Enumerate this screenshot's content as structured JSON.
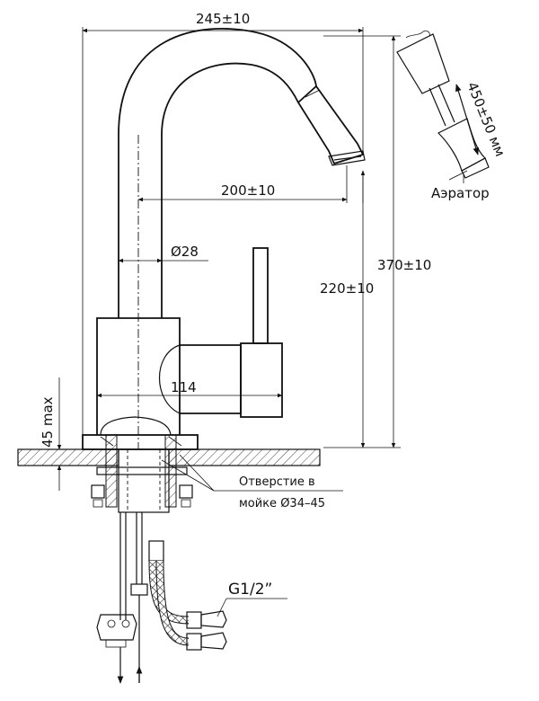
{
  "dimensions": {
    "overall_width": "245±10",
    "spout_reach": "200±10",
    "body_diameter": "Ø28",
    "total_height": "370±10",
    "spout_height": "220±10",
    "body_length": "114",
    "mount_thickness": "45 max",
    "hose_length": "450±50 мм"
  },
  "labels": {
    "aerator": "Аэратор",
    "sink_hole_line1": "Отверстие в",
    "sink_hole_line2": "мойке Ø34–45",
    "thread": "G1/2”"
  }
}
